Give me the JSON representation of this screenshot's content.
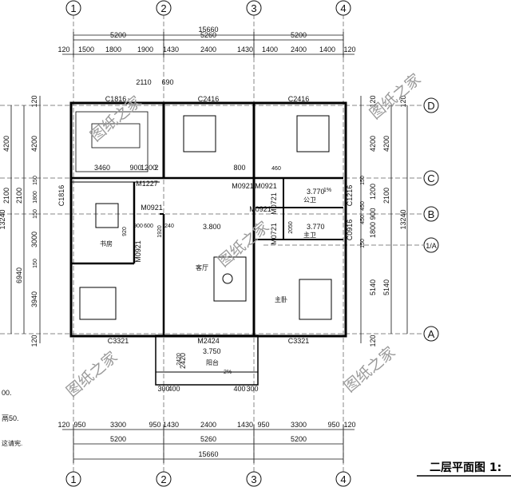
{
  "title": "二层平面图 1:",
  "axes": {
    "cols": [
      "1",
      "2",
      "3",
      "4"
    ],
    "rows": [
      "D",
      "C",
      "B",
      "1/A",
      "A"
    ]
  },
  "dims": {
    "top_total": "15660",
    "top_mid": [
      "5200",
      "5260",
      "5200"
    ],
    "top_detail": [
      "120",
      "1500",
      "1800",
      "1900",
      "1430",
      "2400",
      "1430",
      "1400",
      "2400",
      "1400",
      "120"
    ],
    "bot_detail": [
      "120",
      "950",
      "3300",
      "950",
      "1430",
      "2400",
      "1430",
      "950",
      "3300",
      "950",
      "120"
    ],
    "bot_mid": [
      "5200",
      "5260",
      "5200"
    ],
    "bot_total": "15660",
    "left_outer": [
      "4200",
      "2100",
      "13240"
    ],
    "left_inner": [
      "120",
      "4200",
      "2100",
      "3000",
      "6940",
      "3940",
      "120"
    ],
    "left_small": [
      "150",
      "1800",
      "150",
      "150"
    ],
    "right_outer": [
      "4200",
      "2100",
      "13240",
      "5140",
      "120"
    ],
    "right_inner": [
      "120",
      "4200",
      "1200",
      "900",
      "1800",
      "5140",
      "120"
    ],
    "right_small": [
      "150",
      "450",
      "450",
      "150"
    ],
    "stair_top": [
      "2110",
      "690"
    ],
    "kitchen_small": [
      "3460",
      "900",
      "1200",
      "2",
      "800"
    ],
    "balcony": [
      "2420",
      "300",
      "400",
      "400",
      "300"
    ]
  },
  "tags": {
    "c1816_top": "C1816",
    "c2416_a": "C2416",
    "c2416_b": "C2416",
    "c1816_left": "C1816",
    "m1227": "M1227",
    "m0921_a": "M0921",
    "m0921_b": "M0921",
    "m0921_c": "M0921",
    "m0921_d": "M0921",
    "m0921_e": "M0921",
    "m0721_a": "M0721",
    "m0721_b": "M0721",
    "c1216": "C1216",
    "c0916": "C0916",
    "c3321_a": "C3321",
    "c3321_b": "C3321",
    "m2424": "M2424",
    "d920": "920",
    "d900": "900",
    "d1920": "1920",
    "d2050": "2050",
    "d600": "600",
    "d460": "460",
    "d240": "240",
    "d1x": "1%",
    "d2x": "2%",
    "d2420": "2420"
  },
  "elev": {
    "main": "3.800",
    "wc1": "3.770",
    "wc2": "3.770",
    "balcony": "3.750"
  },
  "rooms": {
    "study": "书房",
    "living": "客厅",
    "master": "主卧",
    "public_wc": "公卫",
    "master_wc": "主卫",
    "balcony": "阳台"
  },
  "watermark": "图纸之家",
  "notes": [
    "00.",
    "鬲50.",
    "这请宪."
  ]
}
